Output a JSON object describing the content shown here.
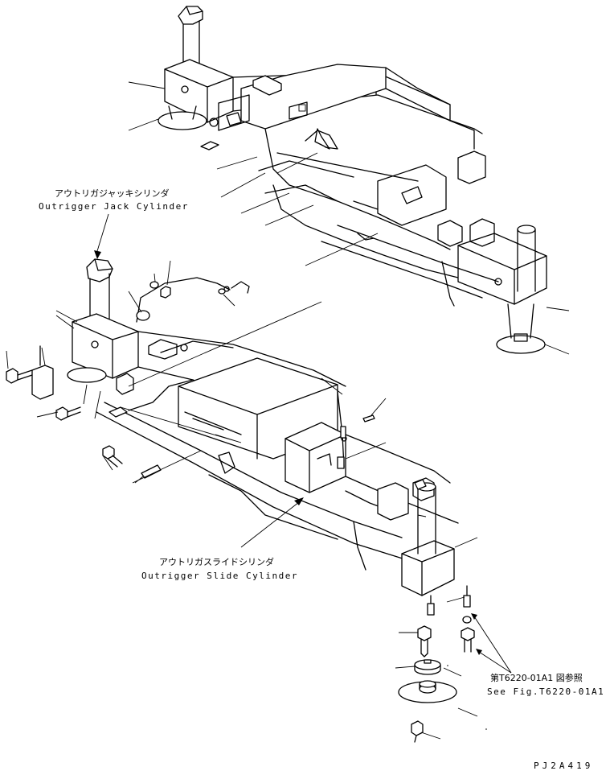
{
  "labels": {
    "jack_cylinder_jp": "アウトリガジャッキシリンダ",
    "jack_cylinder_en": "Outrigger Jack Cylinder",
    "slide_cylinder_jp": "アウトリガスライドシリンダ",
    "slide_cylinder_en": "Outrigger Slide Cylinder",
    "ref_jp": "第T6220-01A1 図参照",
    "ref_en": "See Fig.T6220-01A1",
    "drawing_code": "PJ2A419"
  }
}
